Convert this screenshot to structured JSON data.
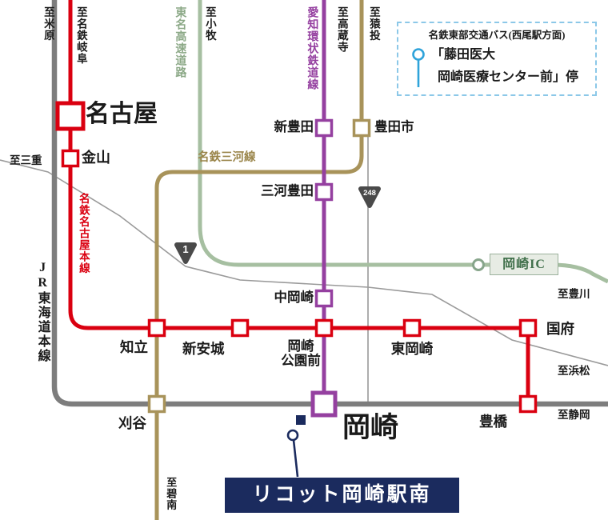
{
  "lines": {
    "jr": "JR東海道本線",
    "meitetsu_nagoya": "名鉄名古屋本線",
    "mikawa": "名鉄三河線",
    "aichi": "愛知環状鉄道線",
    "tomei": "東名高速道路"
  },
  "dirs": {
    "maibara": "至米原",
    "gifu": "至名鉄岐阜",
    "komaki": "至小牧",
    "kozoji": "至高蔵寺",
    "sanage": "至猿投",
    "mie": "至三重",
    "toyokawa": "至豊川",
    "hamamatsu": "至浜松",
    "shizuoka": "至静岡",
    "hekinan": "至碧南"
  },
  "stations": {
    "nagoya": "名古屋",
    "kanayama": "金山",
    "chiryu": "知立",
    "shin_anjo": "新安城",
    "okazaki_koen_1": "岡崎",
    "okazaki_koen_2": "公園前",
    "higashi_okazaki": "東岡崎",
    "ko": "国府",
    "toyohashi": "豊橋",
    "kariya": "刈谷",
    "shin_toyota": "新豊田",
    "toyotashi": "豊田市",
    "mikawa_toyota": "三河豊田",
    "naka_okazaki": "中岡崎",
    "okazaki": "岡崎"
  },
  "roads": {
    "route1": "1",
    "route248": "248"
  },
  "misc": {
    "okazaki_ic": "岡崎IC"
  },
  "bus_box": {
    "line1": "名鉄東部交通バス(西尾駅方面)",
    "line2": "「藤田医大",
    "line3": "岡崎医療センター前」停"
  },
  "banner": {
    "text": "リコット岡崎駅南"
  },
  "colors": {
    "meitetsu_red": "#da0010",
    "jr_gray": "#7d7d7d",
    "mikawa_tan": "#a8935a",
    "aichi_purple": "#9540a0",
    "tomei_green": "#a6bfa1",
    "road_gray": "#9a9a9a",
    "navy": "#1b2b5e",
    "bus_blue": "#2fa3da",
    "ic_green": "#41704b"
  }
}
